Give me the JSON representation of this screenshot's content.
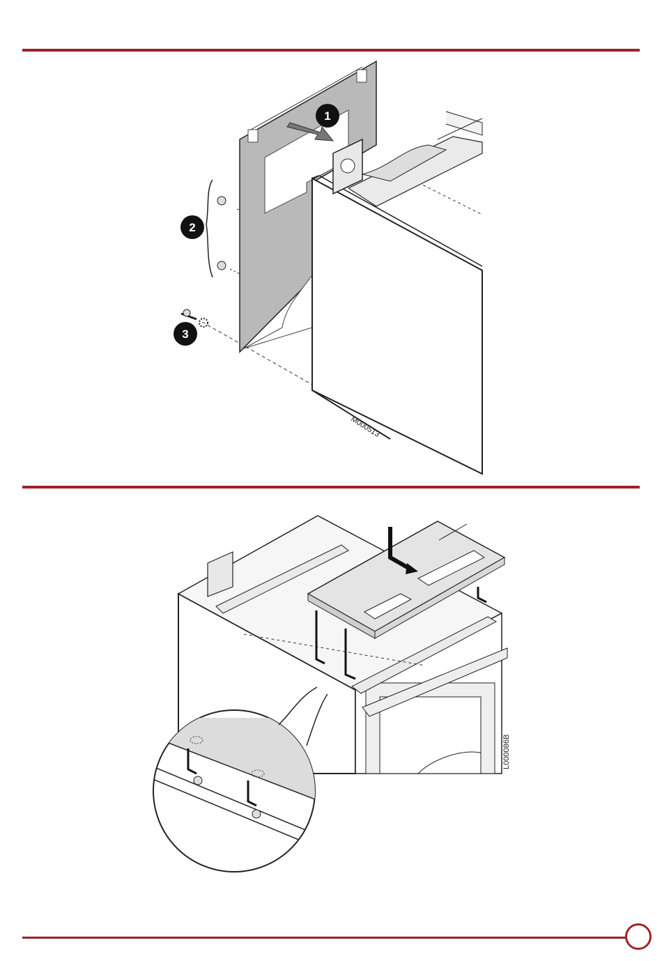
{
  "figure_top": {
    "ref_code": "M000513",
    "callouts": [
      "1",
      "2",
      "3"
    ]
  },
  "figure_bottom": {
    "ref_code": "L000086B"
  },
  "colors": {
    "accent": "#a0202a",
    "panel_gray": "#b5b5b5",
    "light_gray": "#e6e6e6"
  }
}
